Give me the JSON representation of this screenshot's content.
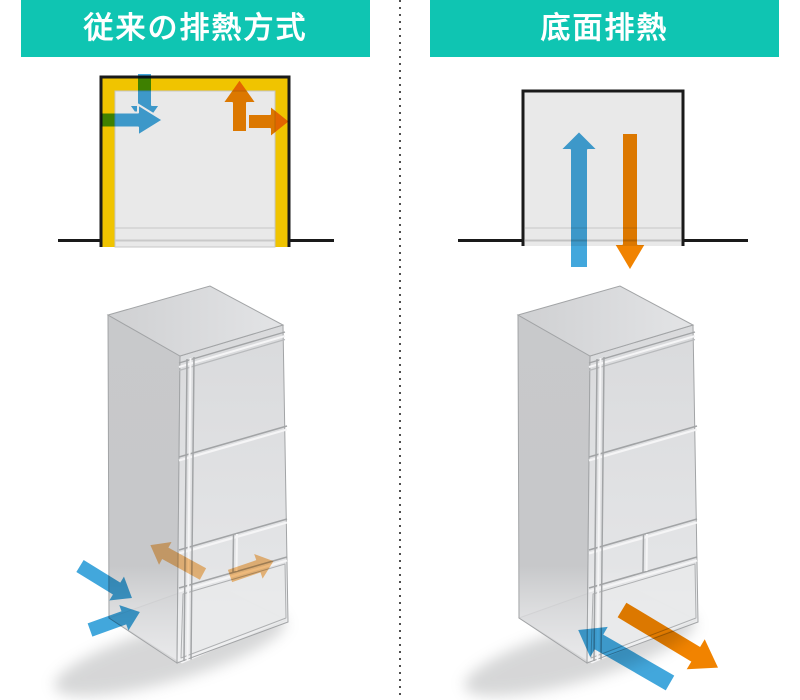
{
  "left_panel": {
    "title": "従来の排熱方式",
    "top_diagram": {
      "type": "alcove-top-view-with-clearance",
      "clearance_band": "yellow",
      "arrows": [
        {
          "name": "cool-air-in-down",
          "color": "blue",
          "direction": "down"
        },
        {
          "name": "cool-air-in-right",
          "color": "blue",
          "direction": "right"
        },
        {
          "name": "hot-air-out-up",
          "color": "orange",
          "direction": "up"
        },
        {
          "name": "hot-air-out-right",
          "color": "orange",
          "direction": "right"
        }
      ]
    },
    "fridge_diagram": {
      "arrows": [
        {
          "name": "hot-air-out-back-left",
          "color": "orange-muted",
          "direction": "up-left"
        },
        {
          "name": "hot-air-out-side-right",
          "color": "orange-muted",
          "direction": "right"
        },
        {
          "name": "cool-air-in-front-left-upper",
          "color": "blue",
          "direction": "down-right"
        },
        {
          "name": "cool-air-in-front-left-lower",
          "color": "blue",
          "direction": "right"
        }
      ]
    }
  },
  "right_panel": {
    "title": "底面排熱",
    "top_diagram": {
      "type": "flush-alcove-top-view",
      "arrows": [
        {
          "name": "cool-air-in-up",
          "color": "blue",
          "direction": "up"
        },
        {
          "name": "hot-air-out-down",
          "color": "orange",
          "direction": "down"
        }
      ]
    },
    "fridge_diagram": {
      "arrows": [
        {
          "name": "cool-air-in-front-bottom",
          "color": "blue",
          "direction": "up-left"
        },
        {
          "name": "hot-air-out-front-bottom",
          "color": "orange",
          "direction": "down-right"
        }
      ]
    }
  },
  "divider": {
    "style": "vertical-dotted"
  },
  "colors": {
    "header_teal": "#0FC5B2",
    "outline_black": "#1A1A1A",
    "clearance_yellow": "#F0C400",
    "clearance_overlap_green": "#4E8A00",
    "cavity_gray": "#E9E9E9",
    "cavity_line": "#C6C6C6",
    "intake_blue": "#42A7DC",
    "exhaust_orange": "#F18300",
    "exhaust_orange_muted": "#E09040",
    "fridge_top_gray": "#D7D8DA",
    "fridge_left_gray": "#C8C9CB",
    "fridge_front_gray": "#DDDEE0",
    "fridge_edge_gray": "#A2A4A6",
    "floor_white": "#F5F5F6",
    "divider_dot_gray": "#4F4F4F"
  }
}
